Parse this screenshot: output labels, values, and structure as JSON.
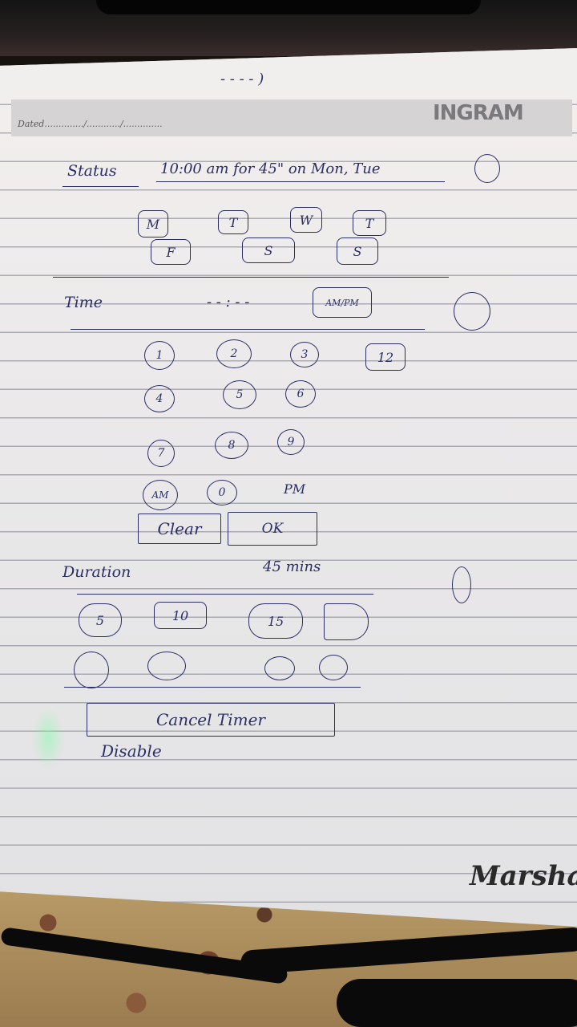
{
  "header": {
    "dated_label": "Dated............../............/..............",
    "brand": "INGRAM"
  },
  "status": {
    "label": "Status",
    "text": "10:00 am for 45\" on Mon, Tue",
    "days": [
      "M",
      "T",
      "W",
      "T",
      "F",
      "S",
      "S"
    ]
  },
  "time": {
    "label": "Time",
    "value": "- - : - -",
    "ampm_button": "AM/PM",
    "keypad": [
      "1",
      "2",
      "3",
      "12",
      "4",
      "5",
      "6",
      "7",
      "8",
      "9",
      "AM",
      "0",
      "PM"
    ],
    "clear_button": "Clear",
    "ok_button": "OK"
  },
  "duration": {
    "label": "Duration",
    "value": "45 mins",
    "options": [
      "5",
      "10",
      "15",
      ""
    ]
  },
  "cancel": {
    "button": "Cancel Timer",
    "note": "Disable"
  },
  "watermark": "Marshall"
}
